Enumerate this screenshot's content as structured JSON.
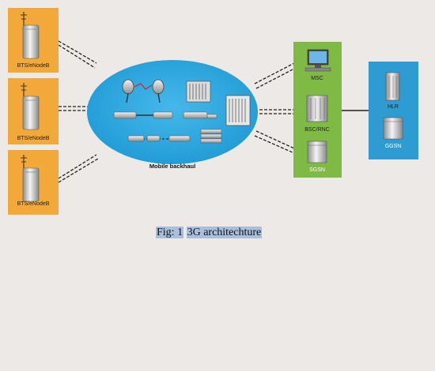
{
  "colors": {
    "page_bg": "#ece9e6",
    "bts_box": "#f3a93a",
    "cloud": "#29a8e0",
    "core_box": "#7fba45",
    "hlr_box": "#2f9bd3",
    "caption_highlight": "#a9bfdc"
  },
  "bts_sites": [
    {
      "label": "BTS/eNodeB",
      "icon": "cell-tower-icon"
    },
    {
      "label": "BTS/eNodeB",
      "icon": "cell-tower-icon"
    },
    {
      "label": "BTS/eNodeB",
      "icon": "cell-tower-icon"
    }
  ],
  "backhaul": {
    "label": "Mobile backhaul"
  },
  "core": {
    "nodes": [
      {
        "label": "MSC",
        "icon": "computer-icon"
      },
      {
        "label": "BSC/RNC",
        "icon": "server-icon"
      },
      {
        "label": "SGSN",
        "icon": "server-icon"
      }
    ]
  },
  "registry": {
    "nodes": [
      {
        "label": "HLR",
        "icon": "server-icon"
      },
      {
        "label": "GGSN",
        "icon": "server-icon"
      }
    ]
  },
  "caption": {
    "prefix": "Fig: 1",
    "title": "3G architechture"
  }
}
